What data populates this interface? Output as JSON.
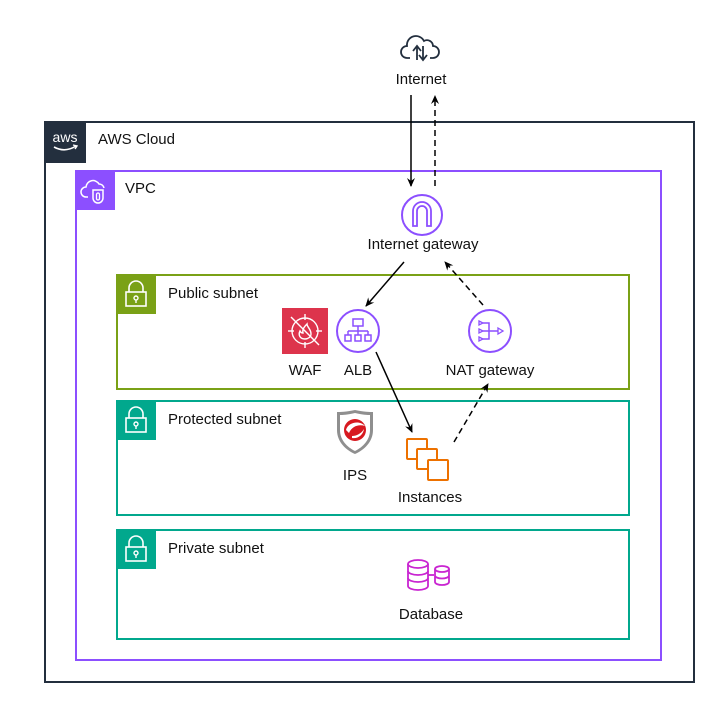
{
  "diagram": {
    "external": {
      "internet": {
        "label": "Internet",
        "icon": "cloud-upload-download-icon"
      }
    },
    "groups": {
      "aws_cloud": {
        "label": "AWS Cloud",
        "icon": "aws-logo-icon",
        "color": "#232f3e",
        "logo_text": "aws"
      },
      "vpc": {
        "label": "VPC",
        "icon": "vpc-icon",
        "color": "#8c4fff"
      },
      "public_subnet": {
        "label": "Public subnet",
        "icon": "lock-icon",
        "color": "#7aa116"
      },
      "protected_subnet": {
        "label": "Protected subnet",
        "icon": "lock-icon",
        "color": "#01a88d"
      },
      "private_subnet": {
        "label": "Private subnet",
        "icon": "lock-icon",
        "color": "#01a88d"
      }
    },
    "nodes": {
      "internet_gateway": {
        "label": "Internet gateway",
        "color": "#8c4fff"
      },
      "waf": {
        "label": "WAF",
        "color": "#dd344c"
      },
      "alb": {
        "label": "ALB",
        "color": "#8c4fff"
      },
      "nat_gateway": {
        "label": "NAT gateway",
        "color": "#8c4fff"
      },
      "ips": {
        "label": "IPS",
        "color": "#d71920"
      },
      "instances": {
        "label": "Instances",
        "color": "#ed7100"
      },
      "database": {
        "label": "Database",
        "color": "#c925d1"
      }
    },
    "edges": [
      {
        "from": "Internet",
        "to": "Internet gateway",
        "style": "solid"
      },
      {
        "from": "Internet gateway",
        "to": "Internet",
        "style": "dashed"
      },
      {
        "from": "Internet gateway",
        "to": "ALB",
        "style": "solid"
      },
      {
        "from": "ALB",
        "to": "Instances",
        "style": "solid"
      },
      {
        "from": "Instances",
        "to": "NAT gateway",
        "style": "dashed"
      },
      {
        "from": "NAT gateway",
        "to": "Internet gateway",
        "style": "dashed"
      }
    ]
  }
}
